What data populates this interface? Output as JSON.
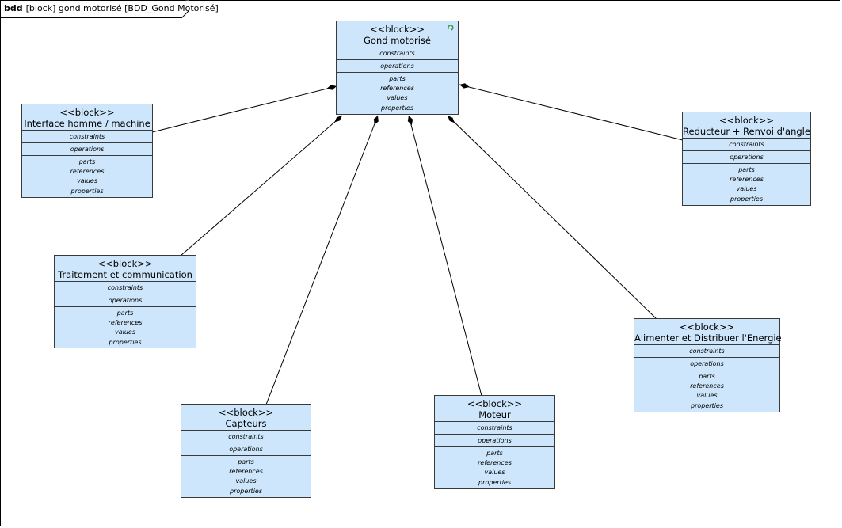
{
  "frame": {
    "kind": "bdd",
    "title": "[block] gond motorisé [BDD_Gond Motorisé]"
  },
  "compartments": {
    "constraints": "constraints",
    "operations": "operations",
    "parts": "parts",
    "references": "references",
    "values": "values",
    "properties": "properties"
  },
  "blocks": [
    {
      "id": "gond-motorise",
      "stereotype": "<<block>>",
      "name": "Gond motorisé"
    },
    {
      "id": "interface",
      "stereotype": "<<block>>",
      "name": "Interface homme / machine"
    },
    {
      "id": "reducteur",
      "stereotype": "<<block>>",
      "name": "Reducteur + Renvoi d'angle"
    },
    {
      "id": "traitement",
      "stereotype": "<<block>>",
      "name": "Traitement et communication"
    },
    {
      "id": "alimenter",
      "stereotype": "<<block>>",
      "name": "Alimenter et Distribuer l'Energie"
    },
    {
      "id": "capteurs",
      "stereotype": "<<block>>",
      "name": "Capteurs"
    },
    {
      "id": "moteur",
      "stereotype": "<<block>>",
      "name": "Moteur"
    }
  ],
  "compositions": [
    {
      "whole": "gond-motorise",
      "part": "interface"
    },
    {
      "whole": "gond-motorise",
      "part": "reducteur"
    },
    {
      "whole": "gond-motorise",
      "part": "traitement"
    },
    {
      "whole": "gond-motorise",
      "part": "capteurs"
    },
    {
      "whole": "gond-motorise",
      "part": "moteur"
    },
    {
      "whole": "gond-motorise",
      "part": "alimenter"
    }
  ],
  "colors": {
    "block_fill": "#cde6fb",
    "border": "#3a3a3a",
    "refresh_icon": "#3c9a3c"
  }
}
